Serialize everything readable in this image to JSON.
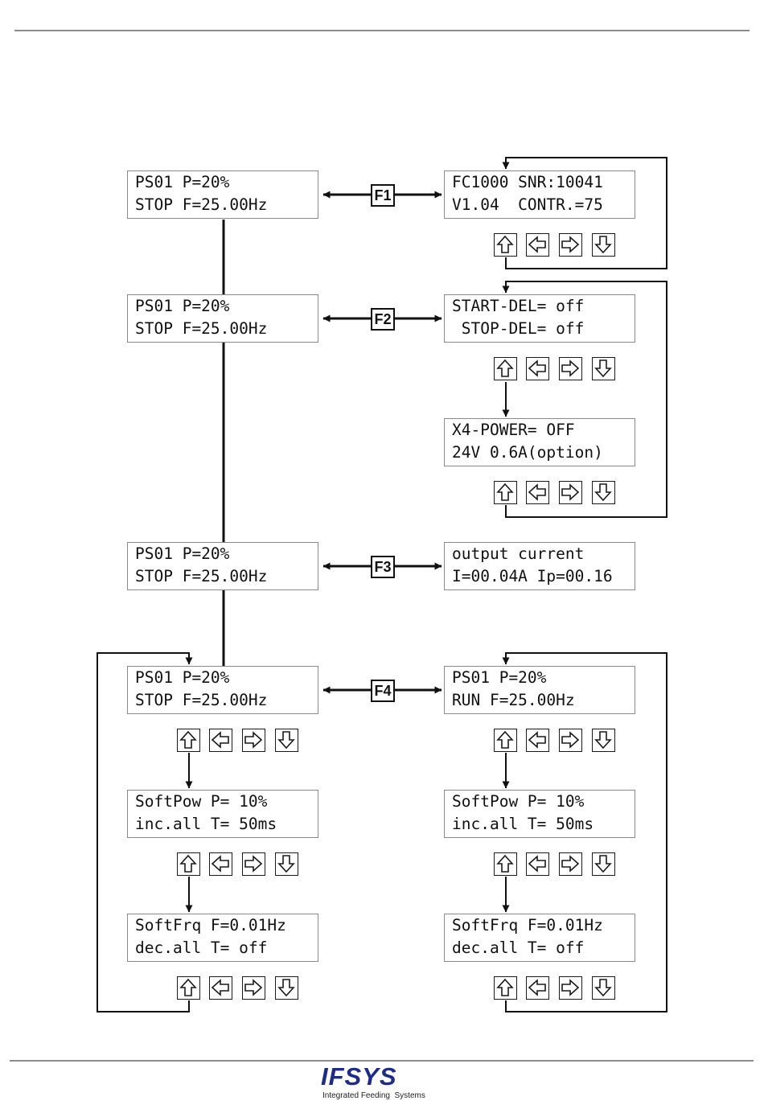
{
  "displays": {
    "main_f1": {
      "line1": "PS01 P=20%",
      "line2": "STOP F=25.00Hz"
    },
    "main_f2": {
      "line1": "PS01 P=20%",
      "line2": "STOP F=25.00Hz"
    },
    "main_f3": {
      "line1": "PS01 P=20%",
      "line2": "STOP F=25.00Hz"
    },
    "main_f4": {
      "line1": "PS01 P=20%",
      "line2": "STOP F=25.00Hz"
    },
    "info": {
      "line1": "FC1000 SNR:10041",
      "line2": "V1.04  CONTR.=75"
    },
    "delay": {
      "line1": "START-DEL= off",
      "line2": " STOP-DEL= off"
    },
    "x4_power": {
      "line1": "X4-POWER= OFF",
      "line2": "24V 0.6A(option)"
    },
    "output_current": {
      "line1": "output current",
      "line2": "I=00.04A Ip=00.16"
    },
    "softpow_left": {
      "line1": "SoftPow P= 10%",
      "line2": "inc.all T= 50ms"
    },
    "softfrq_left": {
      "line1": "SoftFrq F=0.01Hz",
      "line2": "dec.all T= off"
    },
    "run": {
      "line1": "PS01 P=20%",
      "line2": "RUN F=25.00Hz"
    },
    "softpow_right": {
      "line1": "SoftPow P= 10%",
      "line2": "inc.all T= 50ms"
    },
    "softfrq_right": {
      "line1": "SoftFrq F=0.01Hz",
      "line2": "dec.all T= off"
    }
  },
  "function_keys": {
    "f1": "F1",
    "f2": "F2",
    "f3": "F3",
    "f4": "F4"
  },
  "keypad_icons": [
    "arrow-up-icon",
    "arrow-left-icon",
    "arrow-right-icon",
    "arrow-down-icon"
  ],
  "footer": {
    "logo_text": "IFSYS",
    "logo_tagline": "Integrated Feeding  Systems",
    "colors": {
      "brand_blue": "#1d2b8a",
      "brand_red": "#d11a1a"
    }
  }
}
